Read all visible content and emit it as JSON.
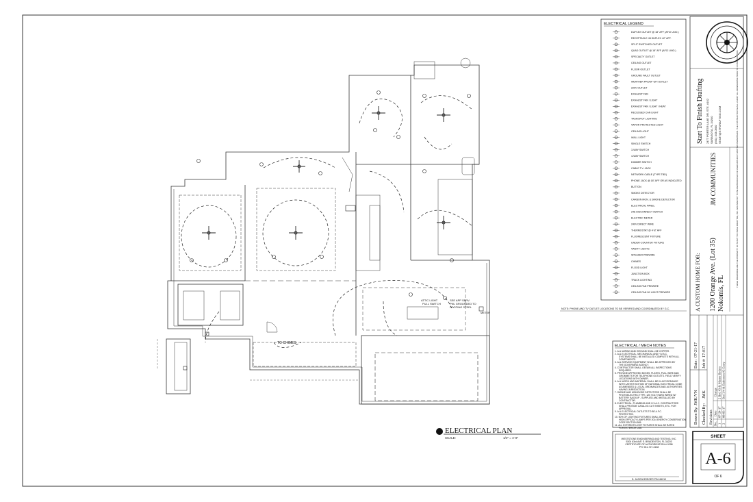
{
  "plan": {
    "title": "ELECTRICAL PLAN",
    "scale_label": "SCALE:",
    "scale_value": "1/4\" = 1'-0\"",
    "note": "NOTE: PHONE AND TV OUTLET LOCATIONS TO BE VERIFIED AND COORDINATED BY G.C.",
    "labels": {
      "to_chimes": "TO CHIMES",
      "attic_light": "ATTIC LIGHT",
      "pull_switch": "PULL SWITCH",
      "meter": "METER",
      "panel_note_1": "SEE APP SERV.",
      "panel_note_2": "PNL GROUNDED TO",
      "panel_note_3": "FOOTING STEEL"
    }
  },
  "legend": {
    "title": "ELECTRICAL LEGEND",
    "items": [
      "DUPLEX OUTLET @ 18\" AFF (AFCI UNO.)",
      "RECEPTACLE 4ft DUPLEX 42\" AFF.",
      "SPLIT SWITCHED OUTLET",
      "QUAD OUTLET @ 18\" AFF (AFCI UNO.)",
      "SPECIALTY OUTLET",
      "CEILING OUTLET",
      "FLOOR OUTLET",
      "GROUND FAULT OUTLET",
      "WEATHER PROOF GFI OUTLET",
      "220V OUTLET",
      "EXHAUST FAN",
      "EXHAUST FAN / LIGHT",
      "EXHAUST FAN / LIGHT / HEAT",
      "RECESSED CAN LIGHT",
      "TASK/SPOT LIGHTING",
      "VAPOR PROTECTED LIGHT",
      "CEILING LIGHT",
      "WALL LIGHT",
      "SINGLE SWITCH",
      "3-WAY SWITCH",
      "4-WAY SWITCH",
      "DIMMER SWITCH",
      "CABLE T.V. JACK",
      "NETWORK CABLE (TYPE TBD)",
      "PHONE JACK @ 18\" AFF OR AS INDICATED",
      "BUTTON",
      "SMOKE DETECTOR",
      "CARBON MON. & SMOKE DETECTOR",
      "ELECTRICAL PANEL",
      "24E DISCONNECT SWITCH",
      "ELECTRIC METER",
      "240V DIRECT WIRE",
      "THERMOSTAT @ 4'-8\" AFF",
      "FLUORESCENT FIXTURE",
      "UNDER-COUNTER FIXTURE",
      "VANITY LIGHTS",
      "SPEAKER PREWIRE",
      "CHIMES",
      "FLOOD LIGHT",
      "JUNCTION BOX",
      "TRACK LIGHTING",
      "CEILING FAN PREWIRE",
      "CEILING FAN W/ LIGHT PREWIRE"
    ]
  },
  "notes": {
    "title": "ELECTRICAL / MECH NOTES",
    "items": [
      "1. ALL WIRING AND GROUND SHALL BE COPPER.",
      "2. ALL ELECTRICAL, MECHANICAL AND H.V.A.C. SYSTEMS SHALL BE INSTALLED COMPLETE WITH ALL COMPONENTS.",
      "3. ALL SERVICE EQUIPMENT SHALL BE APPROVED BY THE GOVERNING AGENCY.",
      "4. CONTRACTOR SHALL OBTAIN ALL INSPECTIONS REQUIRED.",
      "5. PROVIDE APPROVED BOXES, PLATES, PULL WIRE AND GROMMETS FOR TELEPHONE OUTLETS. FIELD VERIFY LOCATIONS WITH OWNER.",
      "6. ALL WORK AND MATERIAL SHALL BE IN ACCORDANCE WITH LATEST EDITION OF NATIONAL ELECTRICAL CODE AS AMENDED & LOCAL ORDINANCES AND AUTHORITIES HAVING JURISDICTION.",
      "7. SMOKE AND MONOXIDE DETECTORS SHALL BE PHOTOELECTRIC TYPE, 120 VOLT HARD WIRED W/ BATTERY BACKUP - SUPPLIED AND INSTALLED BY CONTRACTOR.",
      "8. ELECTRICAL, PLUMBING AND H.V.A.C. CONTRACTORS SHALL PROVIDE CATALOG CUT SHEETS, ETC. FOR APPROVAL.",
      "9. ALL ELECTRICAL OUTLETS TO BE A.F.C. PROTECTED.",
      "10. 50% OF LIGHTING FIXTURES SHALL BE HIGH-EFFICACY LAMPS PER 2014 ENERGY CONSERVATION CODE SECTION 505.",
      "11. ALL EXTERIOR LIGHT FIXTURES SHALL BE RATED FOR EXTERIOR USE."
    ]
  },
  "engineer": {
    "line1": "WESTSTONE ENGINEERING AND TESTING, INC.",
    "line2": "5304 63rd AVE E. BRADENTON, FL 34203",
    "line3": "CERTIFICATE OF AUTHORIZATION # 9298",
    "line4": "PH: 941-727-3138",
    "signature": "D. JASON BREGER PE# 66010"
  },
  "project": {
    "company": "Start To Finish Drafting",
    "address_lines": [
      "2477 PORTER LAKE DR. STE. #102",
      "SARASOTA, FL 34240",
      "(941) 343-0900",
      "START@STFDRAFTING.COM"
    ],
    "client": "JM COMMUNITIES",
    "home_for": "A CUSTOM HOME FOR:",
    "address": "1200 Orange Ave. (Lot 35)",
    "city": "Nokomis, FL",
    "copyright_note": "THESE DRAWINGS ARE THE PROPERTY OF START TO FINISH DRAFTING, INC. AND ARE NOT TO BE REPRODUCED OR USED WITHOUT WRITTEN PERMISSION. THE CONTRACTOR SHALL VERIFY ALL DIMENSIONS PRIOR TO CONSTRUCTION."
  },
  "titleblock": {
    "date_label": "Date:",
    "date": "07-21-17",
    "drawn_label": "Drawn By:",
    "drawn": "JMK/VN",
    "job_label": "Job #:",
    "job": "17-017",
    "checked_label": "Checked By:",
    "checked": "JMK",
    "revisions_label": "Revisions",
    "rev_cols": [
      "No.",
      "Date",
      "Change"
    ],
    "revisions": [
      [
        "1",
        "07-24-17",
        "2 Bed #3 & Master Bedrm"
      ],
      [
        "2",
        "08-03-17",
        "Bed 3/4 & Bathroom #2 Entry"
      ]
    ]
  },
  "sheet": {
    "label": "SHEET",
    "number": "A-6",
    "of": "OF 6"
  }
}
